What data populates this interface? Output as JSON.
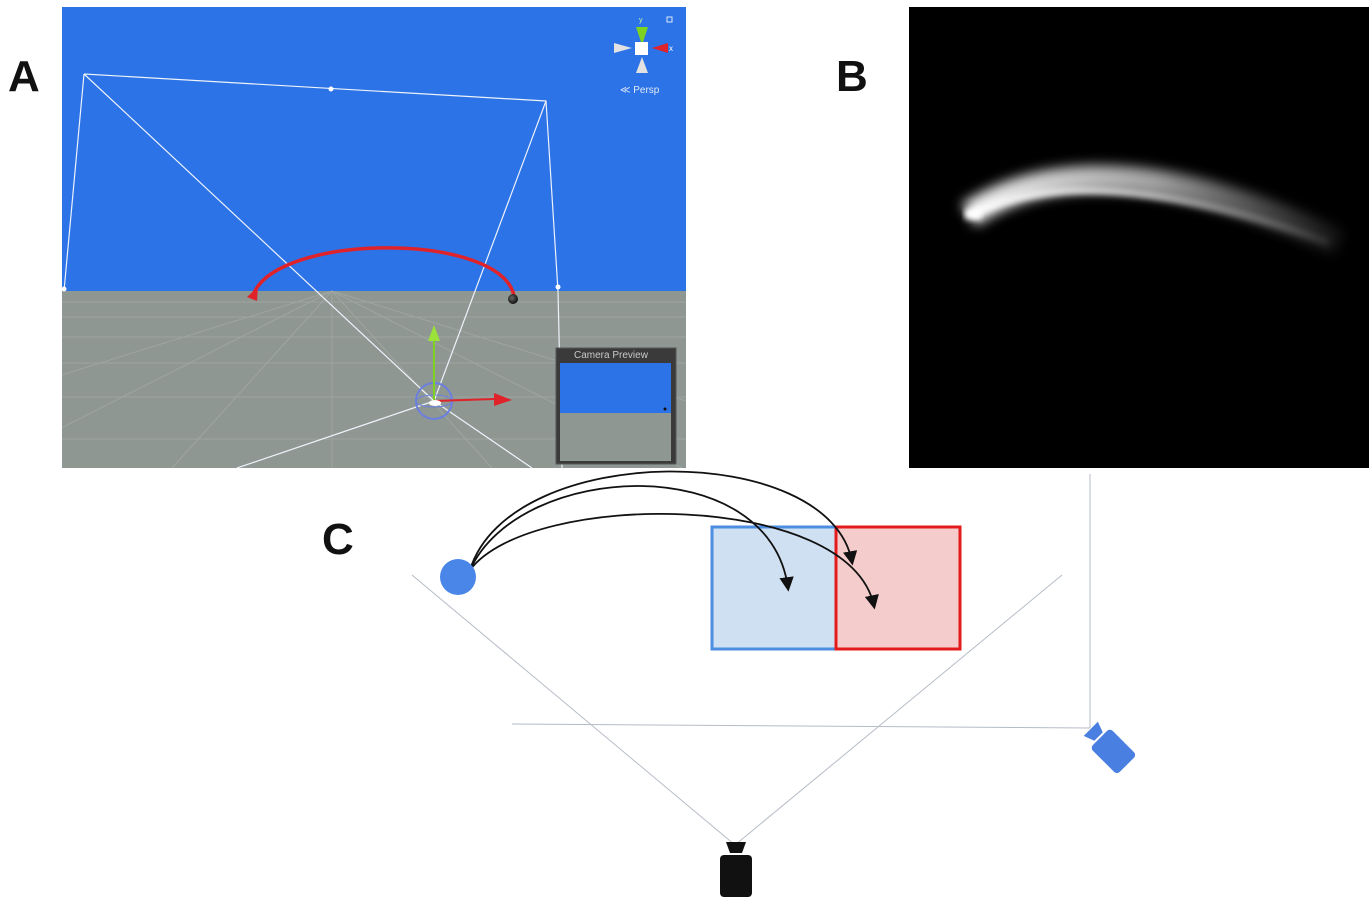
{
  "labels": {
    "a": "A",
    "b": "B",
    "c": "C"
  },
  "scene_view": {
    "persp_label": "Persp",
    "gizmo_axes": {
      "y": "y",
      "x": "x"
    },
    "camera_preview_title": "Camera Preview"
  },
  "colors": {
    "sky": "#2b73e6",
    "ground": "#8f9792",
    "trajectory_red": "#e0232a",
    "blue_zone_fill": "#cfe0f2",
    "blue_zone_stroke": "#4c8ee0",
    "red_zone_fill": "#f5cccc",
    "red_zone_stroke": "#e31b1b",
    "ball_blue": "#4a86e8",
    "camera_blue": "#4a7fe2"
  }
}
